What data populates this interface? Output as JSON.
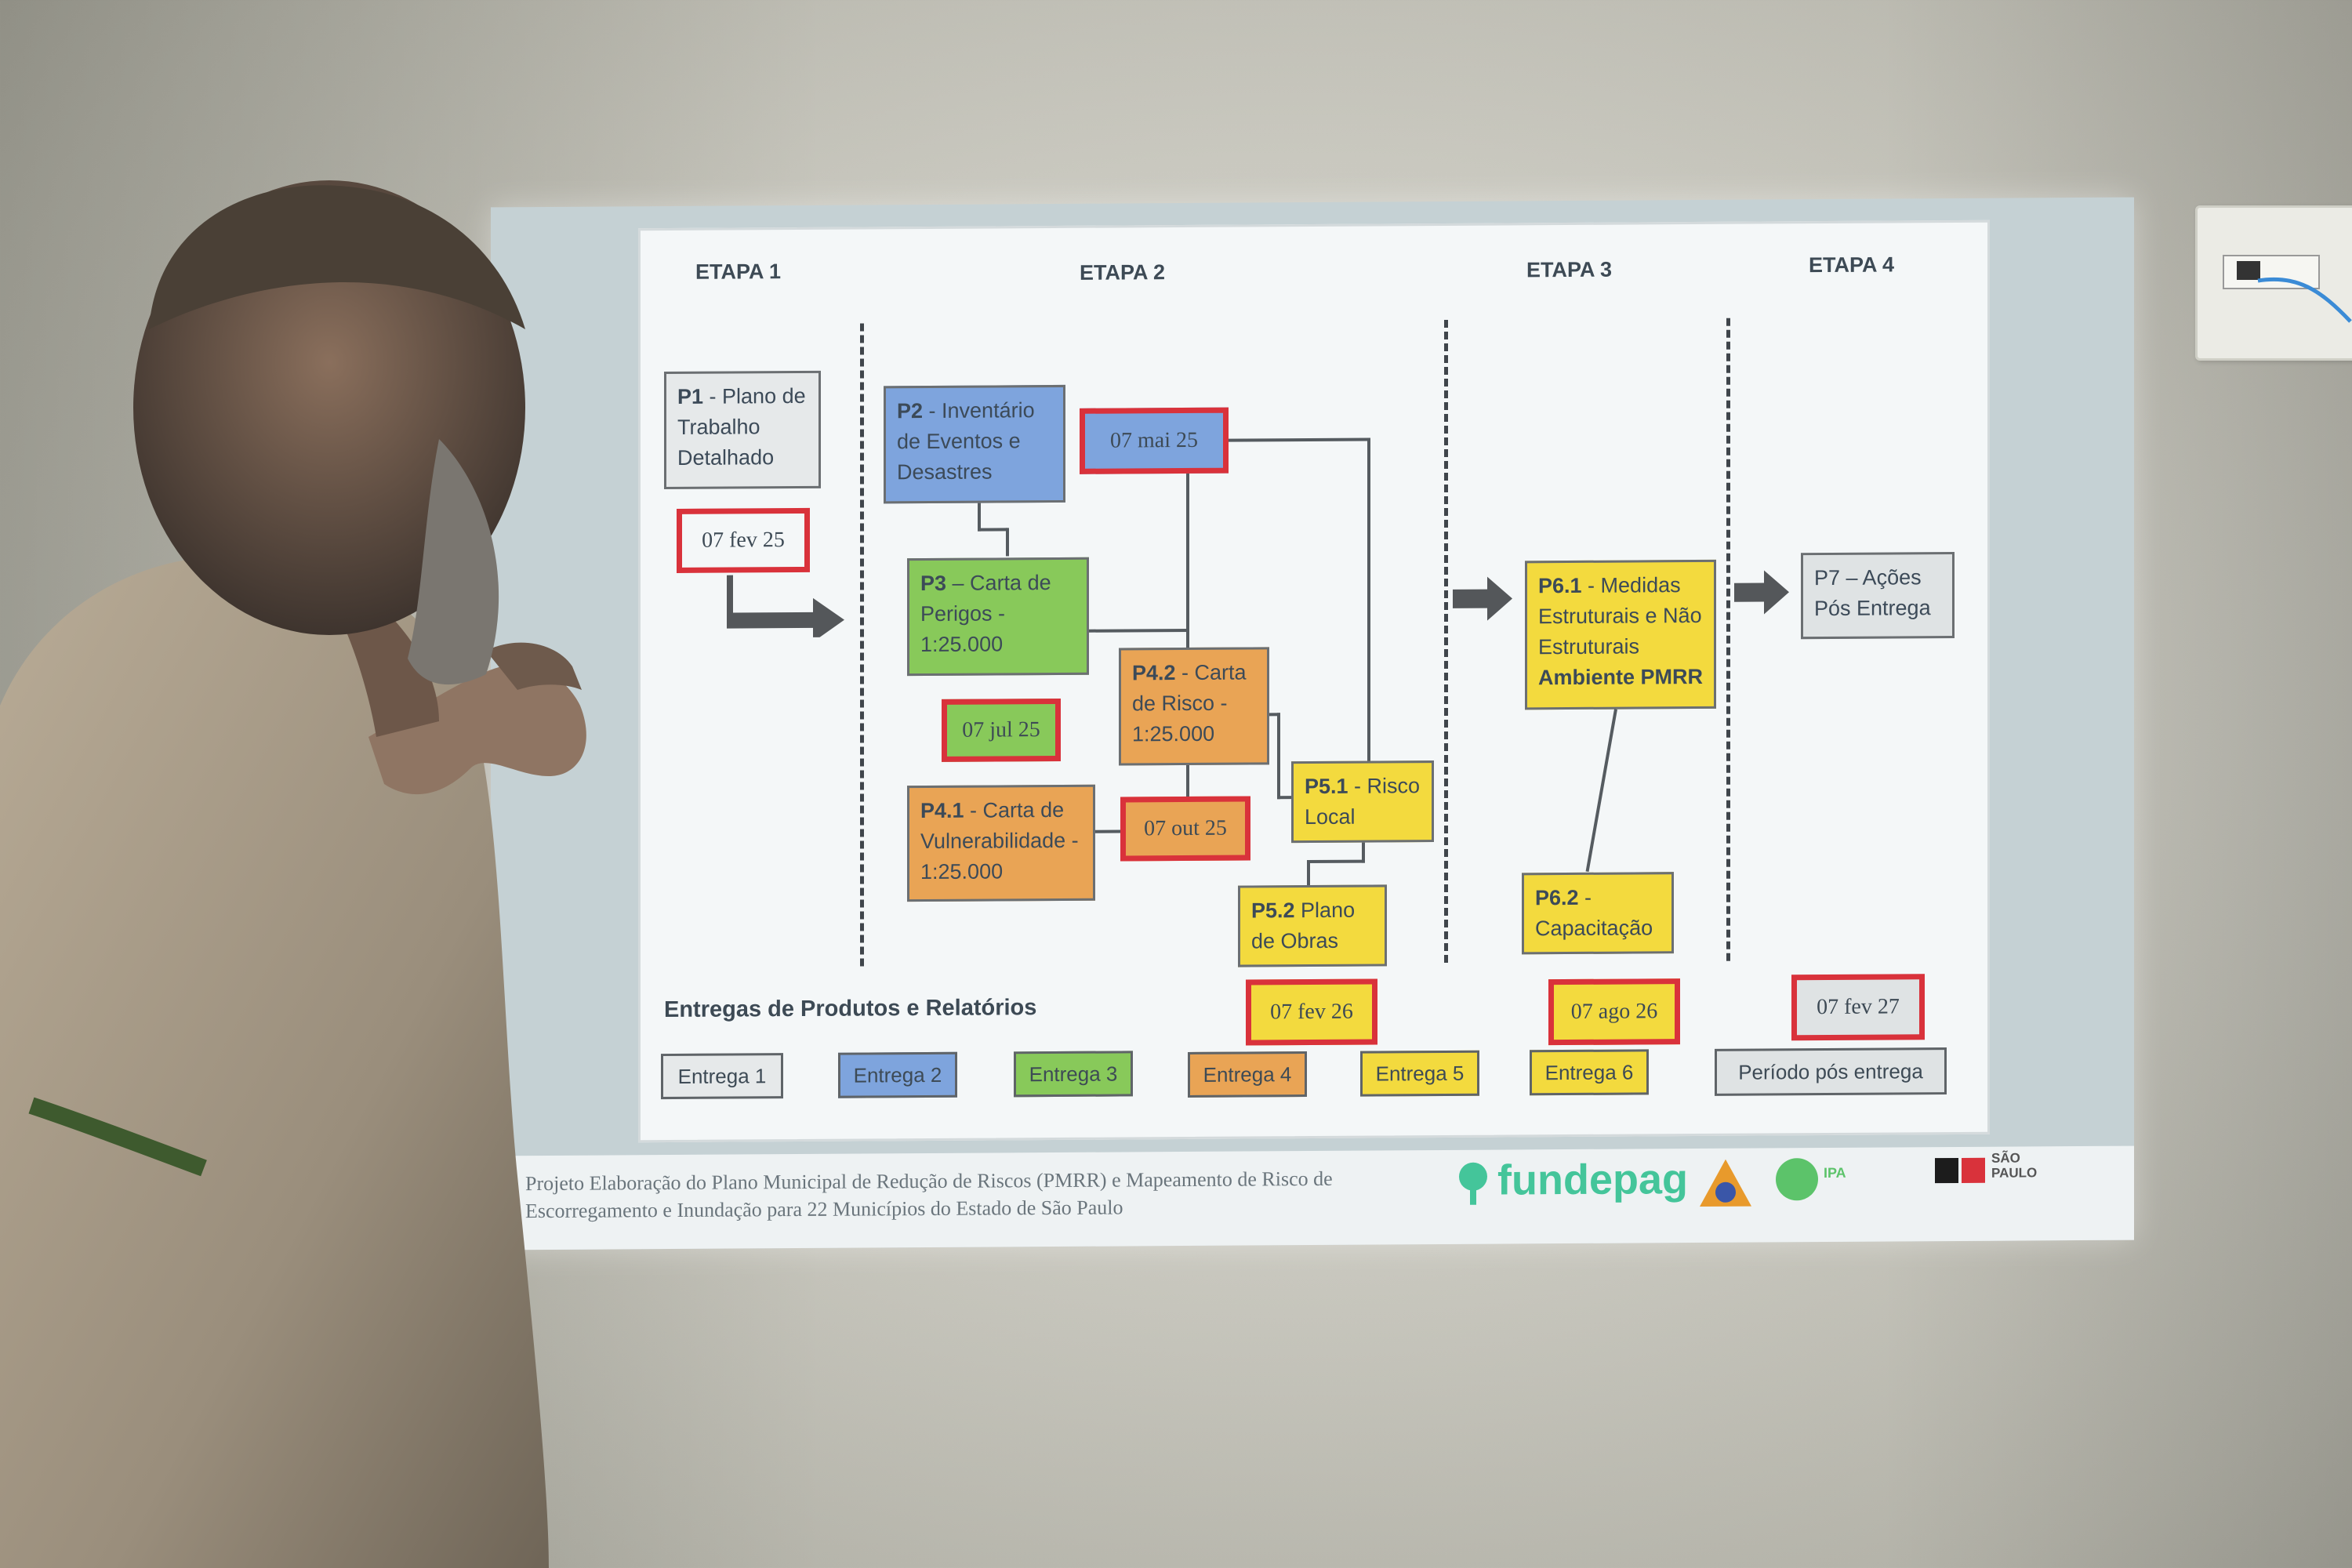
{
  "slide": {
    "etapas": [
      "ETAPA 1",
      "ETAPA 2",
      "ETAPA 3",
      "ETAPA 4"
    ],
    "boxes": {
      "p1": {
        "code": "P1",
        "text": " - Plano de Trabalho Detalhado"
      },
      "p2": {
        "code": "P2",
        "text": " - Inventário de Eventos e Desastres"
      },
      "p3": {
        "code": "P3",
        "text": " – Carta de Perigos - 1:25.000"
      },
      "p42": {
        "code": "P4.2",
        "text": " - Carta de Risco - 1:25.000"
      },
      "p41": {
        "code": "P4.1",
        "text": " - Carta de Vulnerabilidade - 1:25.000"
      },
      "p51": {
        "code": "P5.1",
        "text": " - Risco Local"
      },
      "p52": {
        "code": "P5.2",
        "text": " Plano de Obras"
      },
      "p61": {
        "code": "P6.1",
        "text": " - Medidas Estruturais e Não Estruturais",
        "bold": "Ambiente PMRR"
      },
      "p62": {
        "code": "P6.2",
        "text": " - Capacitação"
      },
      "p7": {
        "text": "P7 – Ações Pós Entrega"
      }
    },
    "dates": {
      "d1": "07 fev 25",
      "d2": "07 mai 25",
      "d3": "07 jul 25",
      "d4": "07 out 25",
      "d5": "07 fev 26",
      "d6": "07 ago 26",
      "d7": "07 fev 27"
    },
    "legend_title": "Entregas de Produtos e Relatórios",
    "legend": [
      "Entrega 1",
      "Entrega 2",
      "Entrega 3",
      "Entrega 4",
      "Entrega 5",
      "Entrega 6",
      "Período pós entrega"
    ],
    "footer": "Projeto Elaboração do Plano Municipal de Redução de Riscos (PMRR) e Mapeamento de Risco de Escorregamento e Inundação para 22 Municípios do Estado de São Paulo",
    "logos": {
      "fundepag": "fundepag",
      "ipa": "IPA",
      "sp": "SÃO PAULO"
    }
  },
  "colors": {
    "entrega1": "#e6e9ea",
    "entrega2": "#7ea4dd",
    "entrega3": "#88c95a",
    "entrega4": "#e9a455",
    "entrega5": "#f3da3e",
    "entrega6": "#f3da3e",
    "date_border": "#d9323b"
  }
}
